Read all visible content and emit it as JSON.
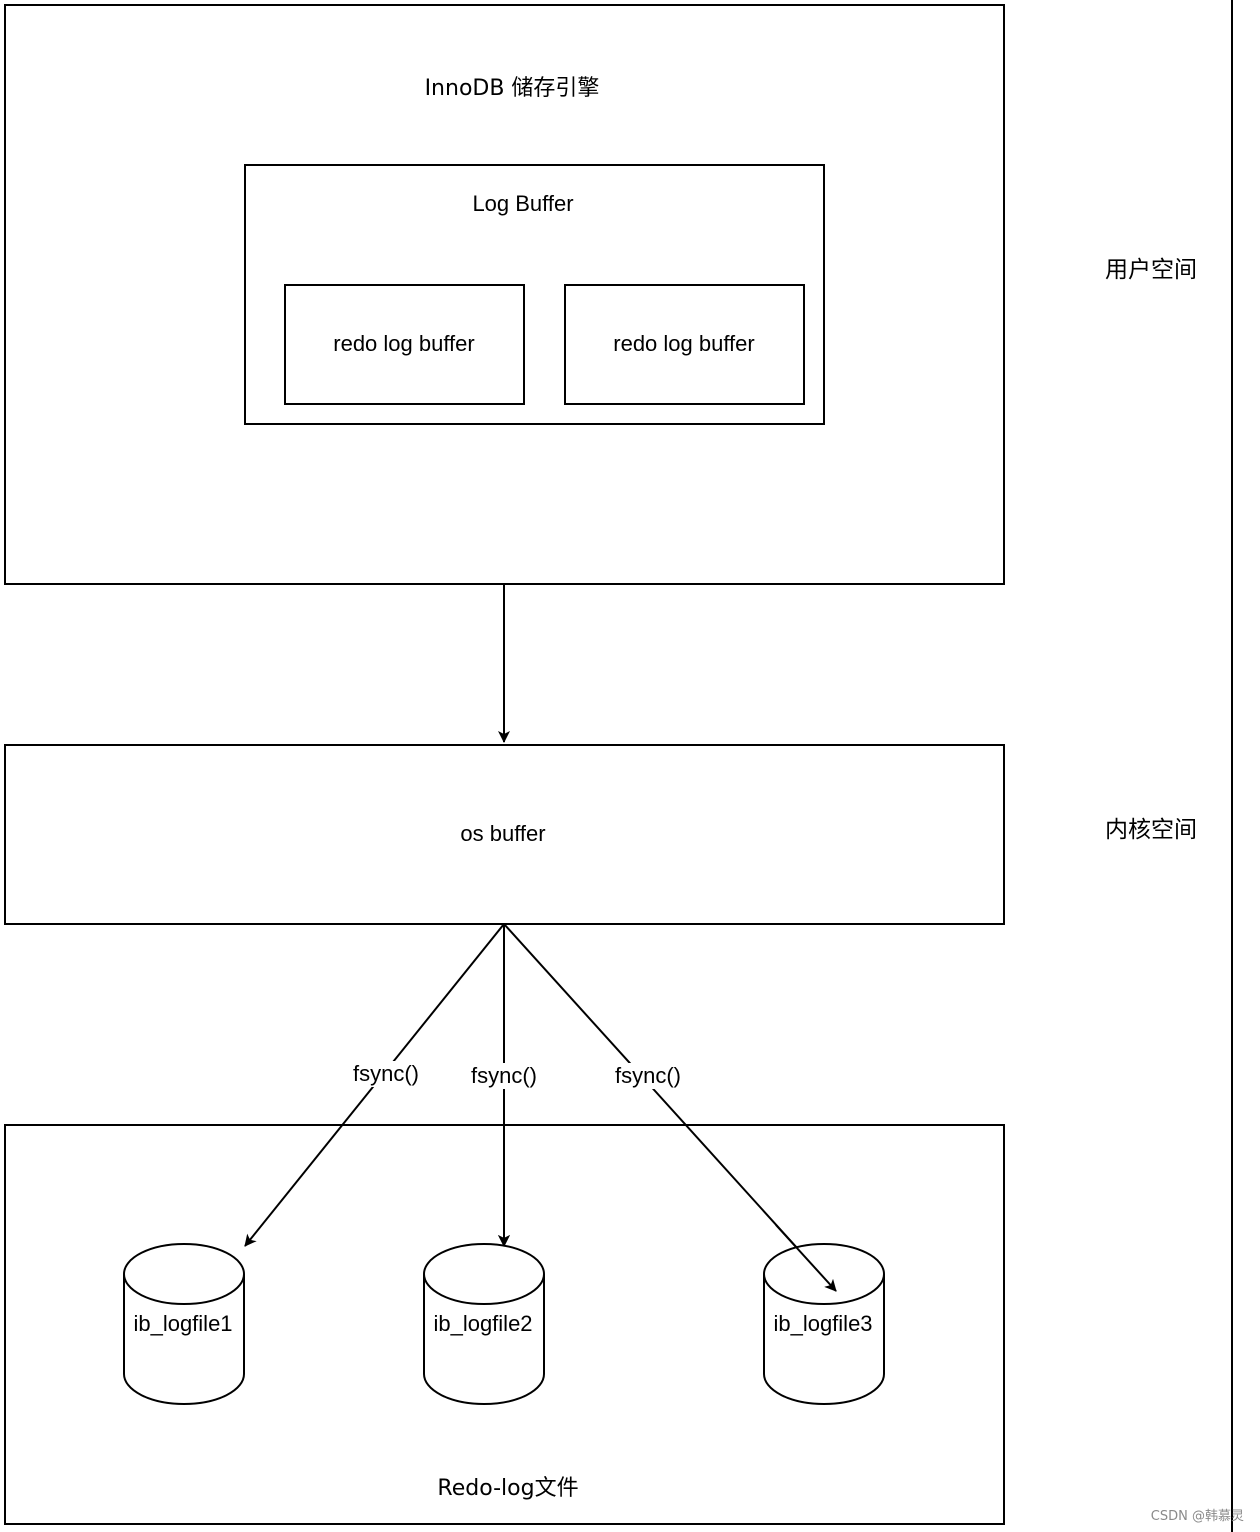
{
  "innodb": {
    "title": "InnoDB 储存引擎"
  },
  "log_buffer": {
    "title": "Log Buffer",
    "items": [
      "redo log buffer",
      "redo log buffer"
    ]
  },
  "os_buffer": {
    "title": "os buffer"
  },
  "redo_files": {
    "title": "Redo-log文件",
    "files": [
      "ib_logfile1",
      "ib_logfile2",
      "ib_logfile3"
    ]
  },
  "edges": {
    "fsync_labels": [
      "fsync()",
      "fsync()",
      "fsync()"
    ]
  },
  "side": {
    "user_space": "用户空间",
    "kernel_space": "内核空间"
  },
  "watermark": "CSDN @韩慕灵"
}
